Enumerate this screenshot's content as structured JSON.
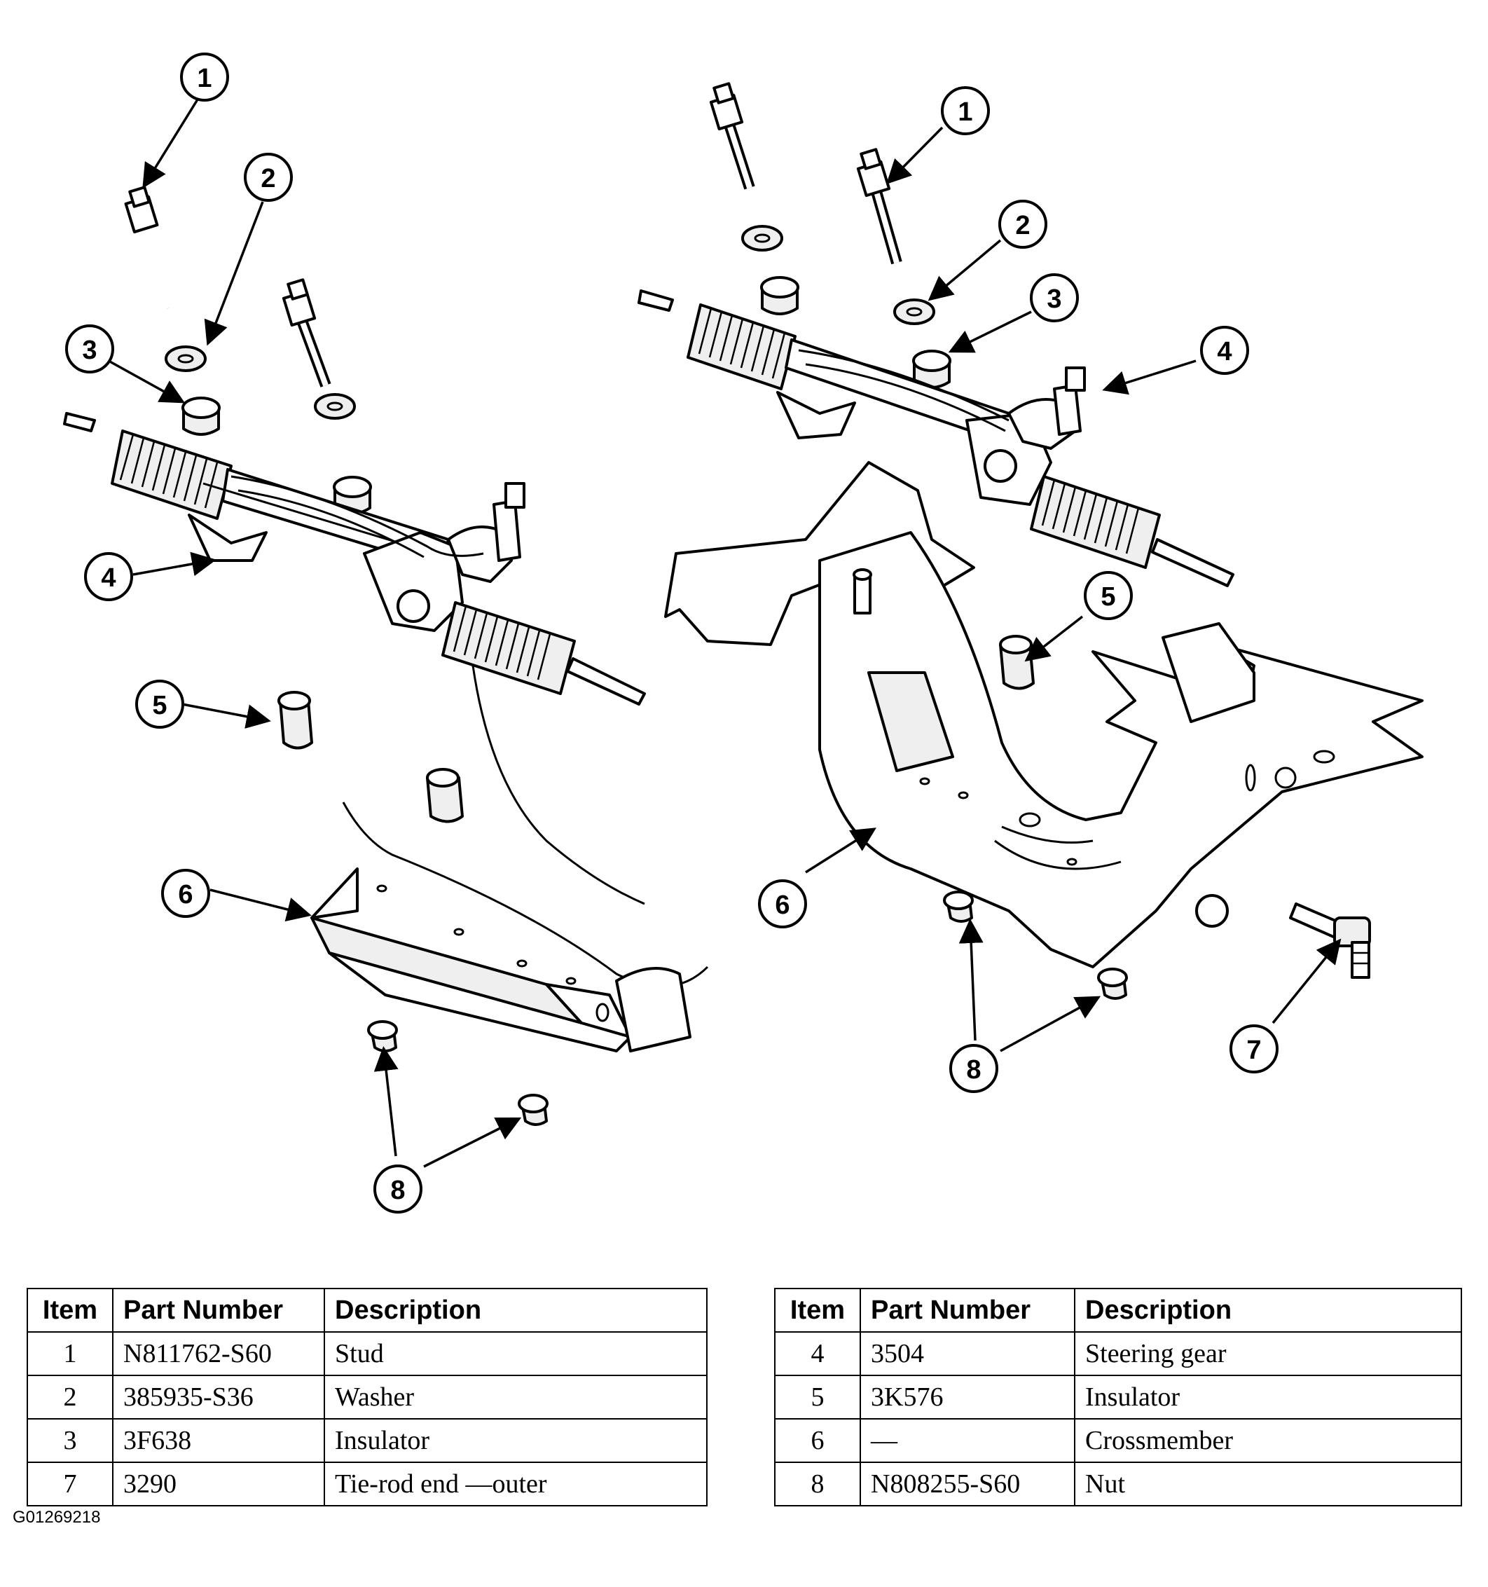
{
  "callouts": {
    "left": [
      "1",
      "2",
      "3",
      "4",
      "5",
      "6",
      "8"
    ],
    "right": [
      "1",
      "2",
      "3",
      "4",
      "5",
      "6",
      "7",
      "8"
    ]
  },
  "table_left": {
    "headers": [
      "Item",
      "Part Number",
      "Description"
    ],
    "rows": [
      {
        "item": "1",
        "part": "N811762-S60",
        "desc": "Stud"
      },
      {
        "item": "2",
        "part": "385935-S36",
        "desc": "Washer"
      },
      {
        "item": "3",
        "part": "3F638",
        "desc": "Insulator"
      },
      {
        "item": "7",
        "part": "3290",
        "desc": "Tie-rod end —outer"
      }
    ]
  },
  "table_right": {
    "headers": [
      "Item",
      "Part Number",
      "Description"
    ],
    "rows": [
      {
        "item": "4",
        "part": "3504",
        "desc": "Steering gear"
      },
      {
        "item": "5",
        "part": "3K576",
        "desc": "Insulator"
      },
      {
        "item": "6",
        "part": "—",
        "desc": "Crossmember"
      },
      {
        "item": "8",
        "part": "N808255-S60",
        "desc": "Nut"
      }
    ]
  },
  "figure_code": "G01269218"
}
